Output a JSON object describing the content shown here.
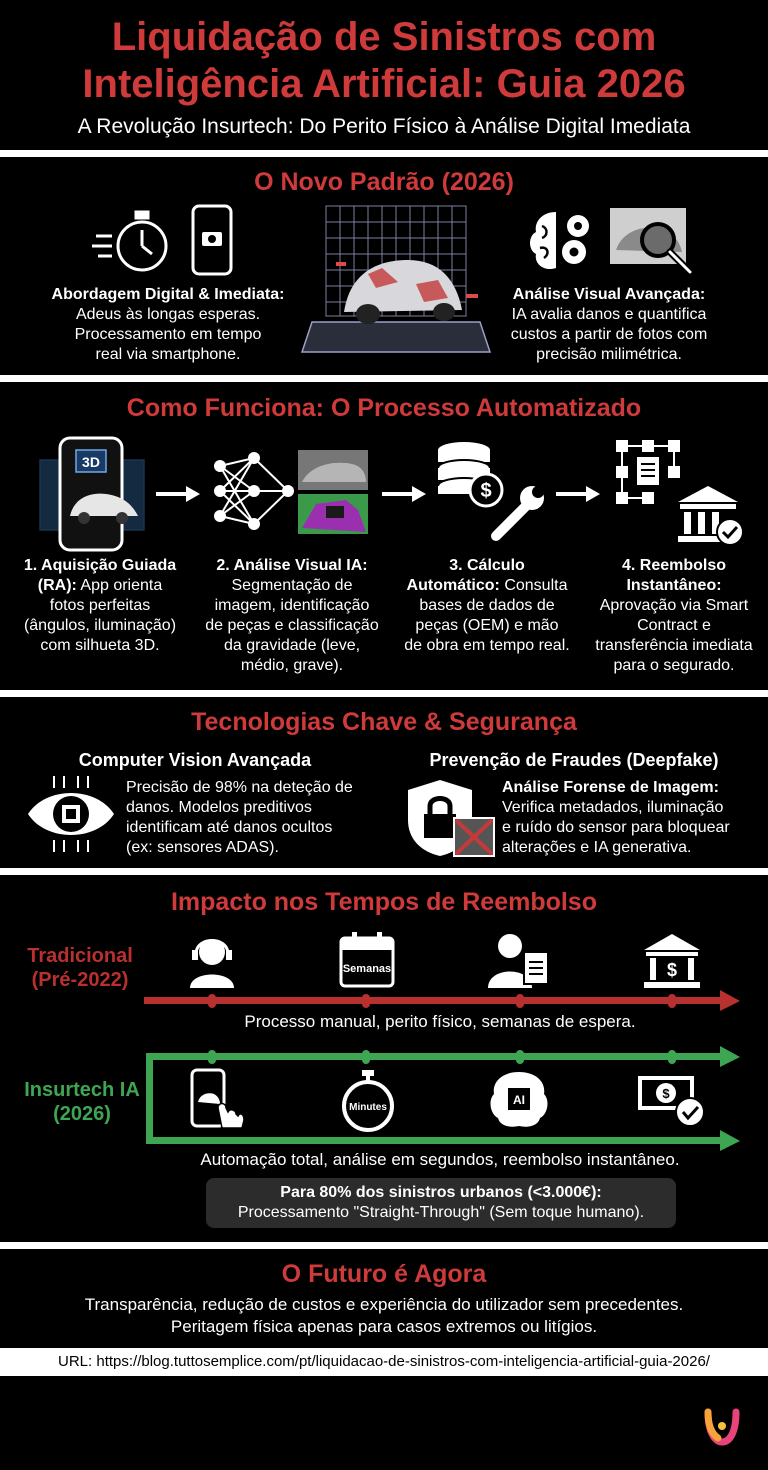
{
  "header": {
    "title_line1": "Liquidação de Sinistros com",
    "title_line2": "Inteligência Artificial: Guia 2026",
    "subtitle": "A Revolução Insurtech: Do Perito Físico à Análise Digital Imediata"
  },
  "section1": {
    "title": "O Novo Padrão (2026)",
    "left_label": "Abordagem Digital & Imediata:",
    "left_l1": "Adeus às longas esperas.",
    "left_l2": "Processamento em tempo",
    "left_l3": "real via smartphone.",
    "right_label": "Análise Visual Avançada:",
    "right_l1": "IA avalia danos e quantifica",
    "right_l2": "custos a partir de fotos com",
    "right_l3": "precisão milimétrica."
  },
  "section2": {
    "title": "Como Funciona: O Processo Automatizado",
    "icon_3d": "3D",
    "steps": [
      {
        "label": "1. Aquisição Guiada",
        "label2": "(RA):",
        "t1": "App orienta",
        "t2": "fotos perfeitas",
        "t3": "(ângulos, iluminação)",
        "t4": "com silhueta 3D."
      },
      {
        "label": "2. Análise Visual IA:",
        "t1": "Segmentação de",
        "t2": "imagem, identificação",
        "t3": "de peças e classificação",
        "t4": "da gravidade (leve,",
        "t5": "médio, grave)."
      },
      {
        "label": "3. Cálculo",
        "label2": "Automático:",
        "t1": "Consulta",
        "t2": "bases de dados de",
        "t3": "peças (OEM) e mão",
        "t4": "de obra em tempo real."
      },
      {
        "label": "4. Reembolso",
        "label2": "Instantâneo:",
        "t1": "Aprovação via Smart",
        "t2": "Contract e",
        "t3": "transferência imediata",
        "t4": "para o segurado."
      }
    ]
  },
  "section3": {
    "title": "Tecnologias Chave & Segurança",
    "left_heading": "Computer Vision Avançada",
    "left_l1": "Precisão de 98% na deteção de",
    "left_l2": "danos. Modelos preditivos",
    "left_l3": "identificam até danos ocultos",
    "left_l4": "(ex: sensores ADAS).",
    "right_heading": "Prevenção de Fraudes (Deepfake)",
    "right_label": "Análise Forense de Imagem:",
    "right_l1": "Verifica metadados, iluminação",
    "right_l2": "e ruído do sensor para bloquear",
    "right_l3": "alterações e IA generativa."
  },
  "section4": {
    "title": "Impacto nos Tempos de Reembolso",
    "trad_label1": "Tradicional",
    "trad_label2": "(Pré-2022)",
    "calendar_text": "Semanas",
    "trad_caption": "Processo manual, perito físico, semanas de espera.",
    "ia_label1": "Insurtech IA",
    "ia_label2": "(2026)",
    "stopwatch_text": "Minutes",
    "brain_text": "AI",
    "ia_caption": "Automação total, análise em segundos, reembolso instantâneo.",
    "callout_l1": "Para 80% dos sinistros urbanos (<3.000€):",
    "callout_l2": "Processamento \"Straight-Through\" (Sem toque humano)."
  },
  "section5": {
    "title": "O Futuro é Agora",
    "l1": "Transparência, redução de custos e experiência do utilizador sem precedentes.",
    "l2": "Peritagem física apenas para casos extremos ou litígios."
  },
  "footer": {
    "url": "URL: https://blog.tuttosemplice.com/pt/liquidacao-de-sinistros-com-inteligencia-artificial-guia-2026/"
  },
  "colors": {
    "title_red": "#cf3a3a",
    "trad_red": "#b8312f",
    "ia_green": "#3ea653",
    "callout_bg": "#2c2c2c"
  }
}
